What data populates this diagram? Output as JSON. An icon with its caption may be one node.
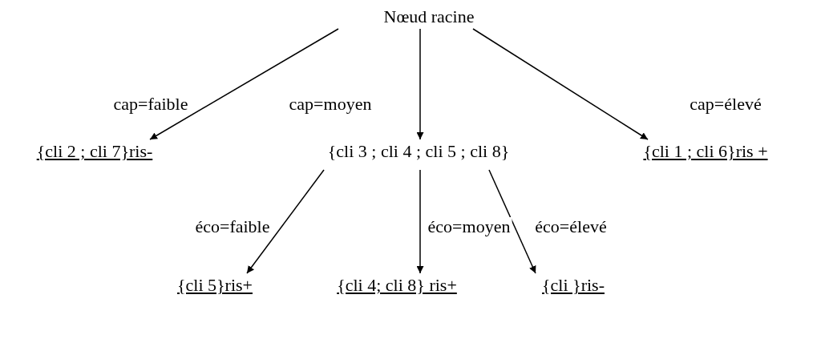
{
  "diagram": {
    "nodes": [
      {
        "text": [
          "Nœud racine"
        ]
      },
      {
        "text": [
          "{cli 2 ; cli 7}ris-"
        ]
      },
      {
        "text": [
          "{cli 3 ; cli 4 ; cli 5 ; cli 8}"
        ]
      },
      {
        "text": [
          "{cli 1 ; cli 6}ris +"
        ]
      },
      {
        "text": [
          "{cli 5}ris+"
        ]
      },
      {
        "text": [
          "{cli 4; cli 8} ris+"
        ]
      },
      {
        "text": [
          "{cli }ris-"
        ]
      }
    ],
    "edges": [
      {
        "from": 0,
        "to": 1,
        "arrow": "to",
        "label": "cap=faible"
      },
      {
        "from": 0,
        "to": 2,
        "arrow": "to",
        "label": "cap=moyen"
      },
      {
        "from": 0,
        "to": 3,
        "arrow": "to",
        "label": "cap=élevé"
      },
      {
        "from": 2,
        "to": 4,
        "arrow": "to",
        "label": "éco=faible"
      },
      {
        "from": 2,
        "to": 5,
        "arrow": "to",
        "label": "éco=moyen"
      },
      {
        "from": 2,
        "to": 6,
        "arrow": "to",
        "label": "éco=élevé"
      }
    ]
  }
}
